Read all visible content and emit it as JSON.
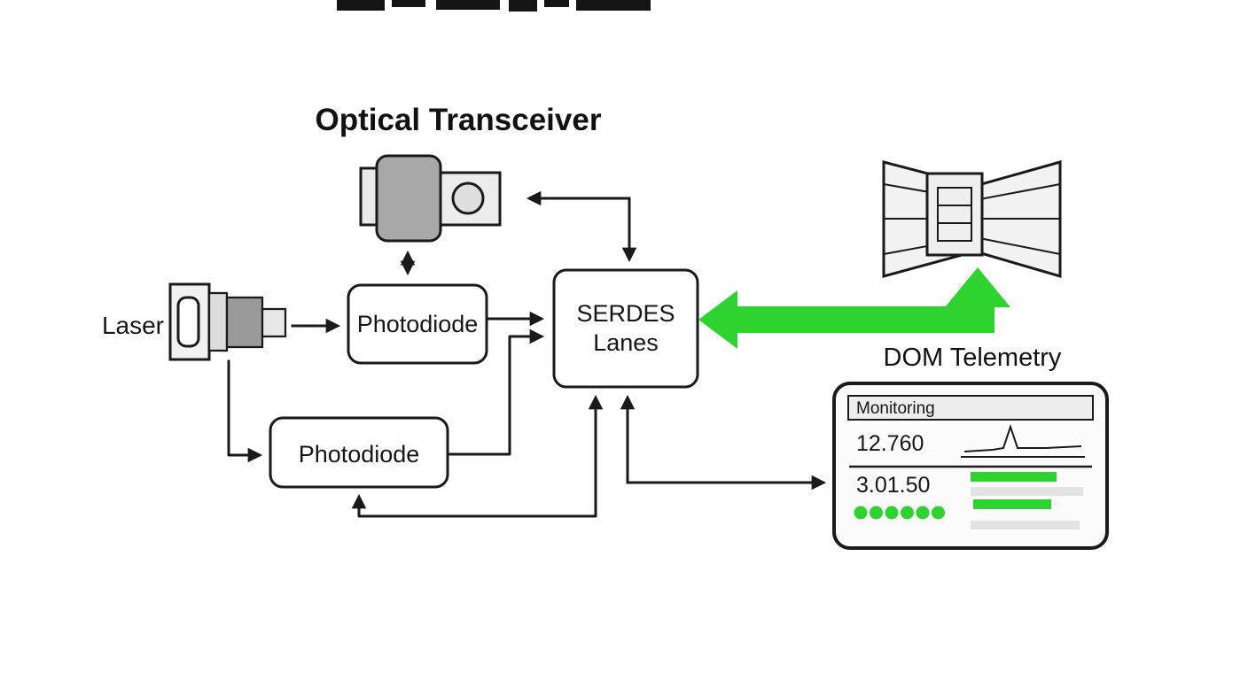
{
  "title": "Optical Transceiver",
  "nodes": {
    "laser_label": "Laser",
    "photodiode_top": "Photodiode",
    "photodiode_bottom": "Photodiode",
    "serdes_line1": "SERDES",
    "serdes_line2": "Lanes"
  },
  "icons": {
    "transceiver_module": "optical-transceiver-module-icon",
    "laser_diode": "laser-diode-connector-icon",
    "fiber_coupler": "fiber-coupler-bowtie-icon"
  },
  "telemetry": {
    "label": "DOM Telemetry",
    "panel": {
      "header": "Monitoring",
      "row1_value": "12.760",
      "row2_value": "3.01.50",
      "status_dots": 6
    }
  },
  "colors": {
    "accent_green": "#2fd32f",
    "bar_gray": "#e3e3e3",
    "line": "#1a1a1a",
    "gray_fill": "#a8a8a8",
    "light_fill": "#efefef"
  }
}
